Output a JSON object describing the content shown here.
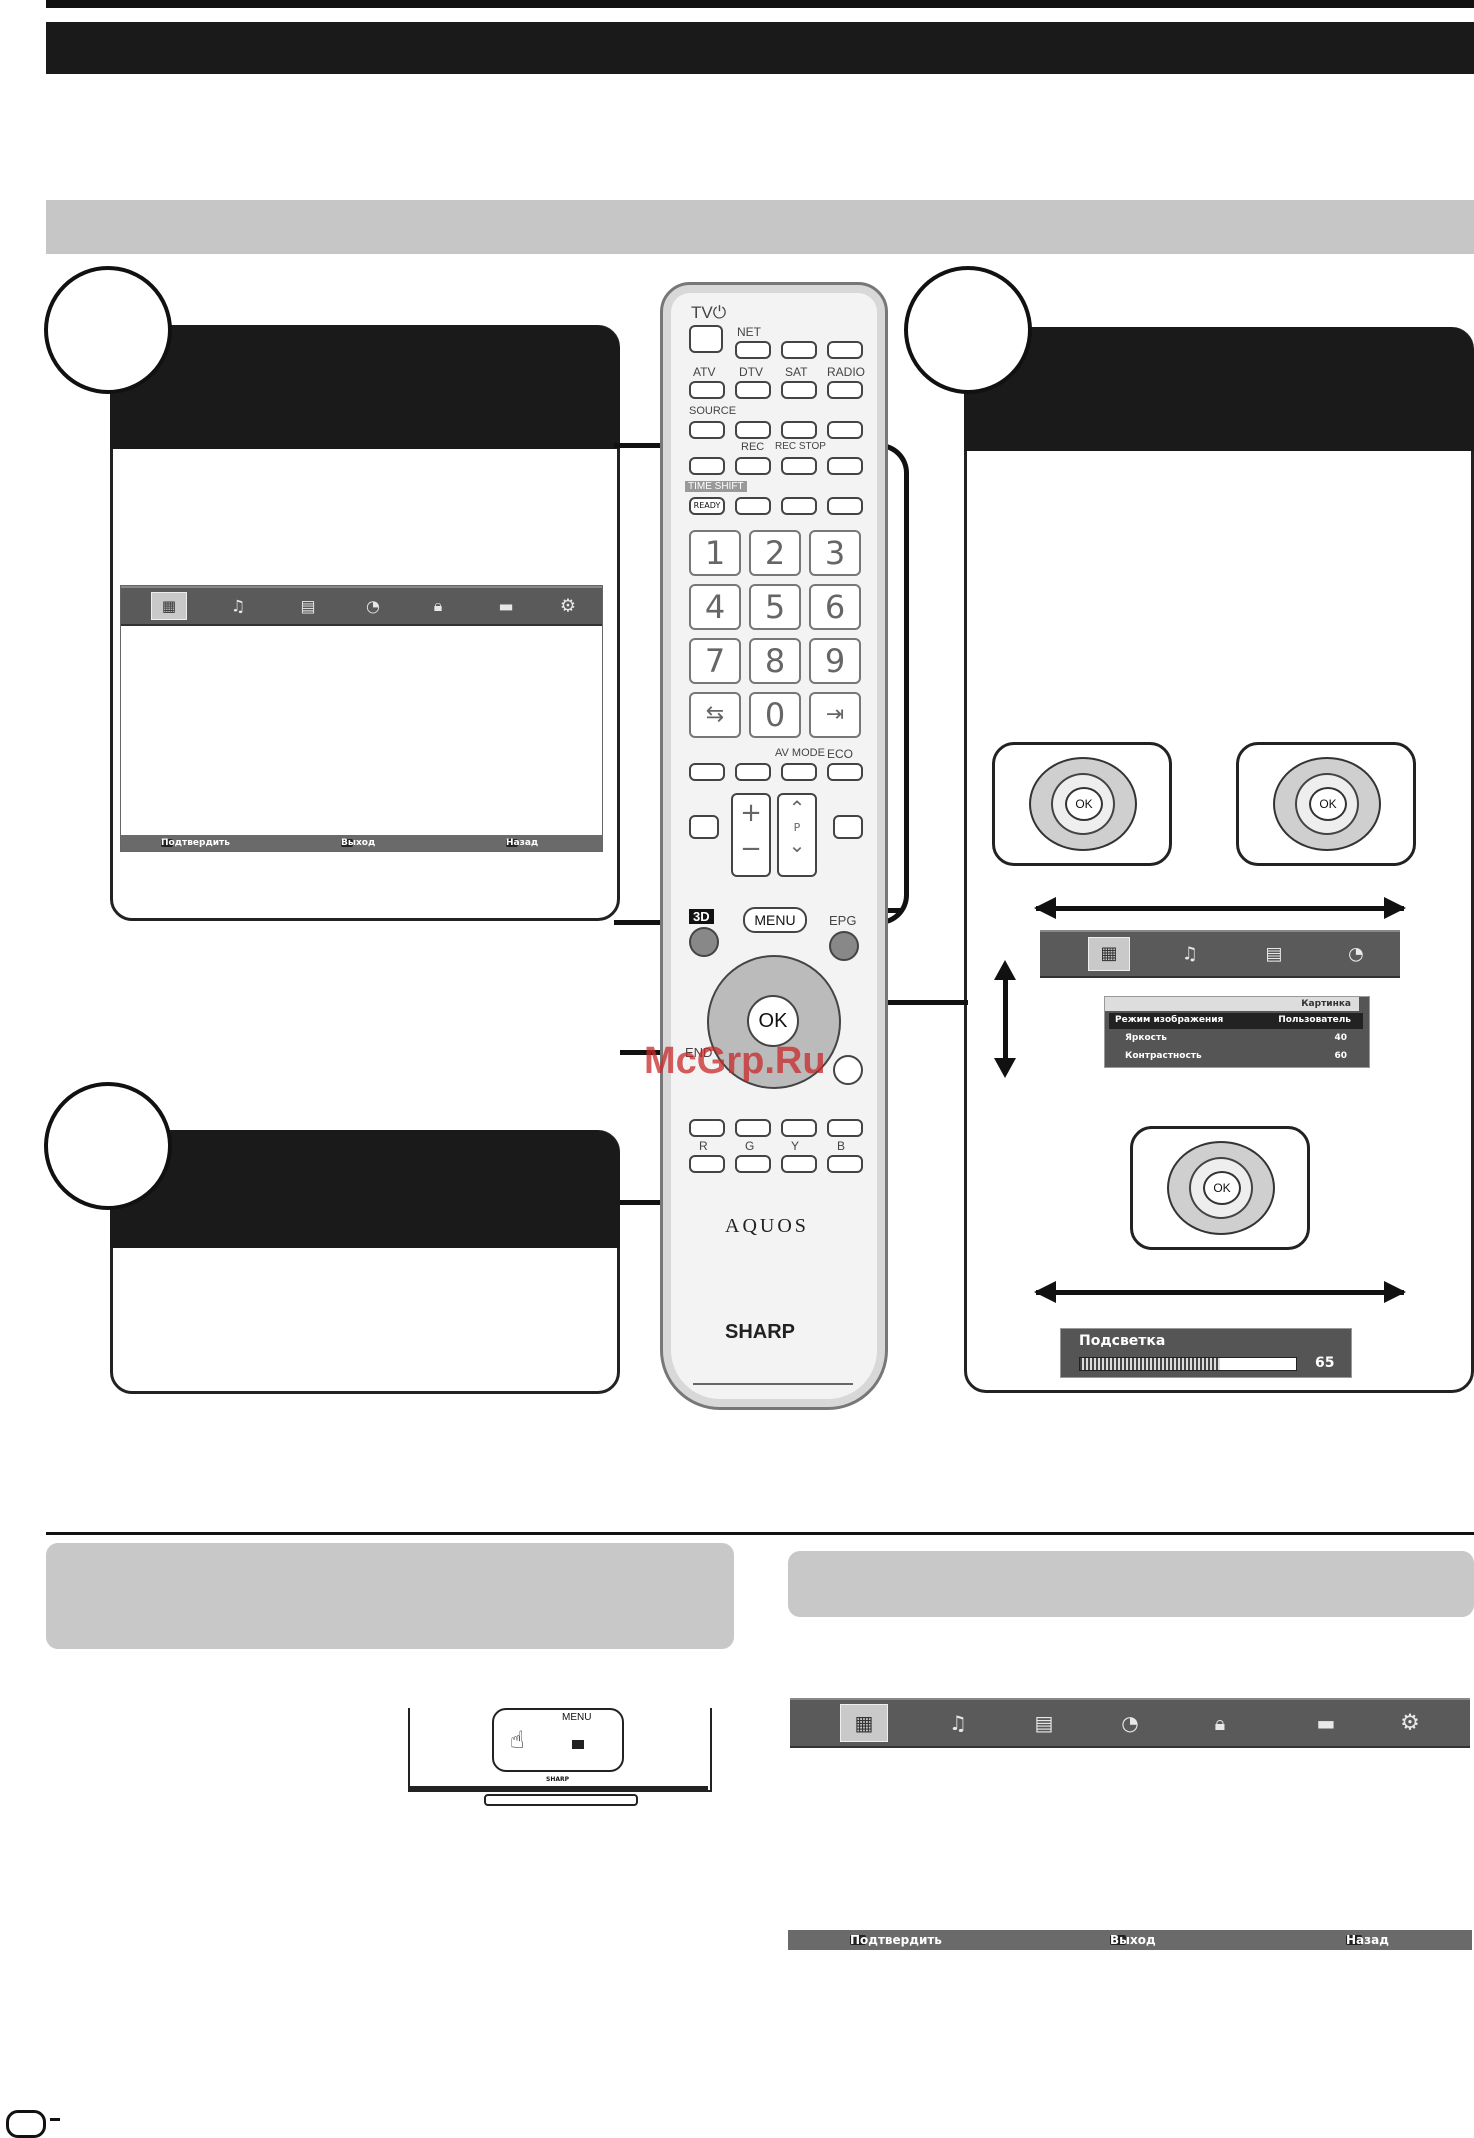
{
  "remote": {
    "labels": {
      "tv": "TV⏻",
      "net": "NET",
      "atv": "ATV",
      "dtv": "DTV",
      "sat": "SAT",
      "radio": "RADIO",
      "source": "SOURCE",
      "rec": "REC",
      "rec_stop": "REC STOP",
      "time_shift": "TIME SHIFT",
      "ready": "READY",
      "av_mode": "AV MODE",
      "eco": "ECO",
      "p": "P",
      "three_d": "3D",
      "menu": "MENU",
      "epg": "EPG",
      "ok": "OK",
      "end": "END",
      "r": "R",
      "g": "G",
      "y": "Y",
      "b": "B",
      "brand_model": "AQUOS",
      "brand": "SHARP"
    },
    "numbers": [
      "1",
      "2",
      "3",
      "4",
      "5",
      "6",
      "7",
      "8",
      "9",
      "0"
    ]
  },
  "menu_screen_small": {
    "footer": {
      "confirm": "Подтвердить",
      "exit": "Выход",
      "back": "Назад"
    }
  },
  "picture_menu": {
    "title": "Картинка",
    "rows": [
      {
        "label": "Режим изображения",
        "value": "Пользователь"
      },
      {
        "label": "Яркость",
        "value": "40"
      },
      {
        "label": "Контрастность",
        "value": "60"
      }
    ]
  },
  "backlight": {
    "label": "Подсветка",
    "value": "65",
    "level": 0.65
  },
  "ok_label": "OK",
  "tv_panel": {
    "menu_label": "MENU",
    "brand": "SHARP"
  },
  "bottom_menu": {
    "footer": {
      "confirm": "Подтвердить",
      "exit": "Выход",
      "back": "Назад"
    }
  },
  "watermark": "McGrp.Ru"
}
